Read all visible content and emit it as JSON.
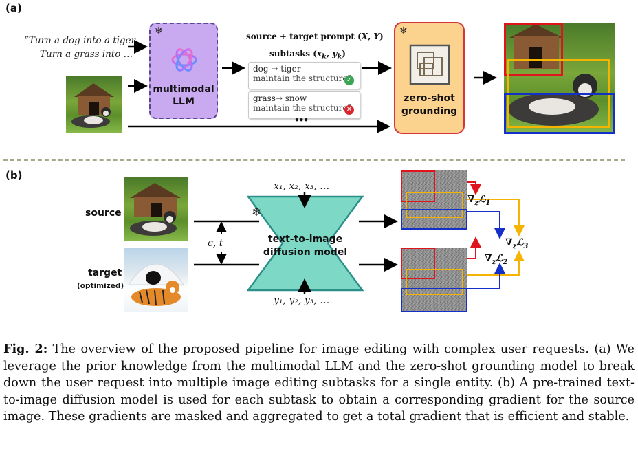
{
  "panel_a": {
    "label": "(a)",
    "request_line1": "“Turn a dog into a tiger,",
    "request_line2": "Turn a grass into …",
    "llm_label_1": "multimodal",
    "llm_label_2": "LLM",
    "prompt_header_1": "source + target prompt (X, Y)",
    "prompt_header_2": "subtasks (x_k, y_k)",
    "subtasks": [
      {
        "line1": "dog → tiger",
        "line2": "maintain the structure?",
        "status": "yes"
      },
      {
        "line1": "grass→ snow",
        "line2": "maintain the structure?",
        "status": "no"
      }
    ],
    "more": "•••",
    "grounding_label_1": "zero-shot",
    "grounding_label_2": "grounding",
    "frozen_icon": "snowflake-icon",
    "colors": {
      "llm": "#c9a9ef",
      "grounding": "#fcd38e",
      "red": "#e0141c",
      "yellow": "#f5b400",
      "blue": "#1530c8",
      "check": "#3aa655",
      "cross": "#d9262c"
    }
  },
  "panel_b": {
    "label": "(b)",
    "source_label": "source",
    "target_label": "target",
    "target_sub": "(optimized)",
    "x_seq": "x₁, x₂, x₃, …",
    "y_seq": "y₁, y₂, y₃, …",
    "eps_t": "ϵ, t",
    "model_label_1": "text-to-image",
    "model_label_2": "diffusion model",
    "model_color": "#7dd8c6",
    "grad1": "∇zℒ1",
    "grad2": "∇zℒ2",
    "grad3": "∇zℒ3"
  },
  "caption": {
    "fig": "Fig. 2:",
    "text": " The overview of the proposed pipeline for image editing with complex user requests. (a) We leverage the prior knowledge from the multimodal LLM and the zero-shot grounding model to break down the user request into multiple image editing subtasks for a single entity. (b) A pre-trained text-to-image diffusion model is used for each subtask to obtain a corresponding gradient for the source image. These gradients are masked and aggregated to get a total gradient that is efficient and stable."
  }
}
